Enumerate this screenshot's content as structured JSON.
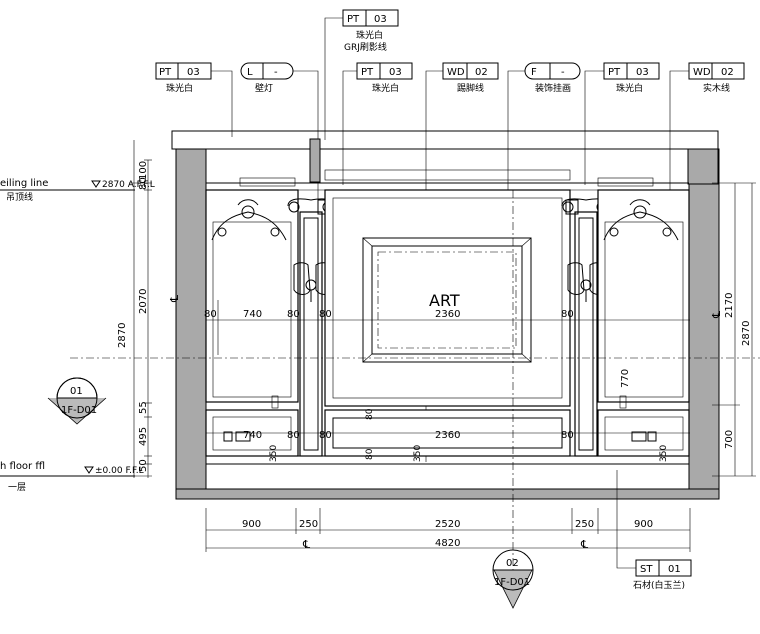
{
  "tags": {
    "top_center": {
      "code": "PT",
      "num": "03",
      "name": "珠光白",
      "sub": "GRJ刷影线"
    },
    "pt03_left": {
      "code": "PT",
      "num": "03",
      "name": "珠光白"
    },
    "l_lamp": {
      "code": "L",
      "num": "-",
      "name": "壁灯"
    },
    "pt03_mid": {
      "code": "PT",
      "num": "03",
      "name": "珠光白"
    },
    "wd02_left": {
      "code": "WD",
      "num": "02",
      "name": "踢脚线"
    },
    "f_deco": {
      "code": "F",
      "num": "-",
      "name": "装饰挂画"
    },
    "pt03_right": {
      "code": "PT",
      "num": "03",
      "name": "珠光白"
    },
    "wd02_right": {
      "code": "WD",
      "num": "02",
      "name": "实木线"
    },
    "st01": {
      "code": "ST",
      "num": "01",
      "name": "石材(白玉兰)"
    }
  },
  "levels": {
    "ceiling_label": "eiling line",
    "ceiling_cn": "吊顶线",
    "ceiling_value": "2870 A.F.F.L",
    "floor_label": "h floor ffl",
    "floor_cn": "一层",
    "floor_value": "±0.00 F.F.L"
  },
  "art_label": "ART",
  "callouts": {
    "left": {
      "num": "01",
      "ref": "1F-D01"
    },
    "bottom": {
      "num": "02",
      "ref": "1F-D01"
    }
  },
  "dims": {
    "left_stack": [
      "100",
      "80",
      "2070",
      "55",
      "495",
      "50"
    ],
    "left_total": "2870",
    "right_upper": "2170",
    "right_lower": "700",
    "right_total": "2870",
    "bottom_segments": [
      "900",
      "250",
      "2520",
      "250",
      "900"
    ],
    "bottom_total": "4820",
    "upper_panel": [
      "80",
      "740",
      "80",
      "80",
      "2360",
      "80"
    ],
    "lower_panel": [
      "740",
      "80",
      "80",
      "2360",
      "80"
    ],
    "v770": "770",
    "v80a": "80",
    "v80b": "80",
    "v350a": "350",
    "v350b": "350",
    "v350c": "350",
    "center_mark": "℄"
  }
}
